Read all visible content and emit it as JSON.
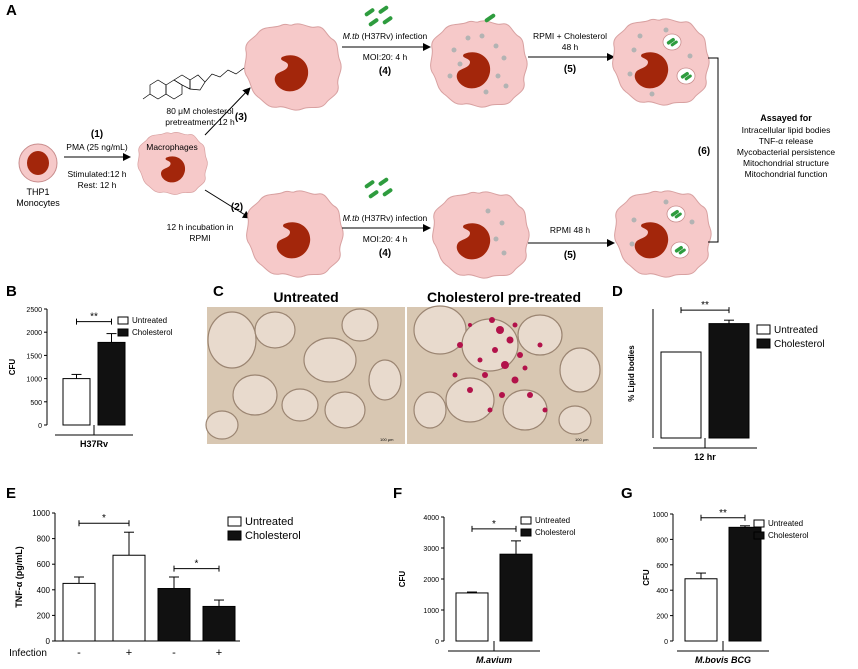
{
  "panels": {
    "A": "A",
    "B": "B",
    "C": "C",
    "D": "D",
    "E": "E",
    "F": "F",
    "G": "G"
  },
  "schematic": {
    "thp1": "THP1",
    "monocytes": "Monocytes",
    "step1": "(1)",
    "pma": "PMA  (25 ng/mL)",
    "stimulated": "Stimulated:12 h",
    "rest": "Rest: 12 h",
    "macrophages": "Macrophages",
    "chol_pre1": "80 μM cholesterol",
    "chol_pre2": "pretreatment: 12 h",
    "step3": "(3)",
    "step2": "(2)",
    "incubation1": "12 h incubation in",
    "incubation2": "RPMI",
    "infection_top_a": "M.tb",
    "infection_top_b": " (H37Rv) infection",
    "moi_top": "MOI:20: 4 h",
    "step4_top": "(4)",
    "rpmi_chol1": "RPMI + Cholesterol",
    "rpmi_chol2": "48 h",
    "step5_top": "(5)",
    "infection_bot_a": "M.tb",
    "infection_bot_b": " (H37Rv) infection",
    "moi_bot": "MOI:20: 4 h",
    "step4_bot": "(4)",
    "rpmi48": "RPMI 48 h",
    "step5_bot": "(5)",
    "step6": "(6)",
    "assayed": "Assayed for",
    "assays": [
      "Intracellular lipid bodies",
      "TNF-α release",
      "Mycobacterial persistence",
      "Mitochondrial structure",
      "Mitochondrial function"
    ]
  },
  "micrograph": {
    "untreated": "Untreated",
    "treated": "Cholesterol pre-treated",
    "scale1": "100 μm",
    "scale2": "100 μm"
  },
  "colors": {
    "cell": "#f5c6c6",
    "cell_stroke": "#c98d8d",
    "nucleus": "#a3260b",
    "bacteria": "#2e9c3e",
    "bar_black": "#111111"
  },
  "chart_data": [
    {
      "panel": "B",
      "type": "bar",
      "ylabel": "CFU",
      "ylim": [
        0,
        2500
      ],
      "yticks": [
        "0",
        "500",
        "1000",
        "1500",
        "2000",
        "2500"
      ],
      "group": "H37Rv",
      "legend": [
        "Untreated",
        "Cholesterol"
      ],
      "series": [
        {
          "name": "Untreated",
          "value": 1000,
          "err": 90
        },
        {
          "name": "Cholesterol",
          "value": 1780,
          "err": 190
        }
      ],
      "sig": "**"
    },
    {
      "panel": "D",
      "type": "bar",
      "ylabel": "% Lipid bodies",
      "ylim": [
        0,
        150
      ],
      "yticks": [],
      "group": "12 hr",
      "legend": [
        "Untreated",
        "Cholesterol"
      ],
      "series": [
        {
          "name": "Untreated",
          "value": 100,
          "err": 0
        },
        {
          "name": "Cholesterol",
          "value": 133,
          "err": 4
        }
      ],
      "sig": "**"
    },
    {
      "panel": "E",
      "type": "bar",
      "ylabel": "TNF-α (pg/mL)",
      "ylim": [
        0,
        1000
      ],
      "yticks": [
        "0",
        "200",
        "400",
        "600",
        "800",
        "1000"
      ],
      "legend": [
        "Untreated",
        "Cholesterol"
      ],
      "xrow_label": "Infection",
      "xticks": [
        "-",
        "+",
        "-",
        "+"
      ],
      "series": [
        {
          "name": "Untreated",
          "values": [
            450,
            670
          ],
          "err": [
            50,
            180
          ]
        },
        {
          "name": "Cholesterol",
          "values": [
            410,
            270
          ],
          "err": [
            90,
            50
          ]
        }
      ],
      "sig": [
        "*",
        "*"
      ]
    },
    {
      "panel": "F",
      "type": "bar",
      "ylabel": "CFU",
      "ylim": [
        0,
        4000
      ],
      "yticks": [
        "0",
        "1000",
        "2000",
        "3000",
        "4000"
      ],
      "group": "M.avium",
      "legend": [
        "Untreated",
        "Cholesterol"
      ],
      "series": [
        {
          "name": "Untreated",
          "value": 1550,
          "err": 30
        },
        {
          "name": "Cholesterol",
          "value": 2800,
          "err": 430
        }
      ],
      "sig": "*"
    },
    {
      "panel": "G",
      "type": "bar",
      "ylabel": "CFU",
      "ylim": [
        0,
        1000
      ],
      "yticks": [
        "0",
        "200",
        "400",
        "600",
        "800",
        "1000"
      ],
      "group": "M.bovis BCG",
      "legend": [
        "Untreated",
        "Cholesterol"
      ],
      "series": [
        {
          "name": "Untreated",
          "value": 490,
          "err": 45
        },
        {
          "name": "Cholesterol",
          "value": 895,
          "err": 12
        }
      ],
      "sig": "**"
    }
  ]
}
